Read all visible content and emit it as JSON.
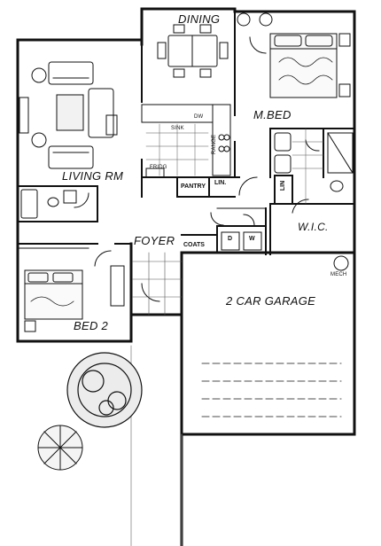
{
  "rooms": {
    "dining": "DINING",
    "master_bed": "M.BED",
    "living": "LIVING RM",
    "foyer": "FOYER",
    "wic": "W.I.C.",
    "garage": "2 CAR GARAGE",
    "bed2": "BED 2"
  },
  "fixtures": {
    "sink": "SINK",
    "dw": "DW",
    "range": "RANGE",
    "fridge": "FRIDG",
    "pantry": "PANTRY",
    "lin_kitchen": "LIN.",
    "lin_bath": "LIN",
    "coats": "COATS",
    "washer": "W",
    "dryer": "D",
    "mech": "MECH"
  }
}
